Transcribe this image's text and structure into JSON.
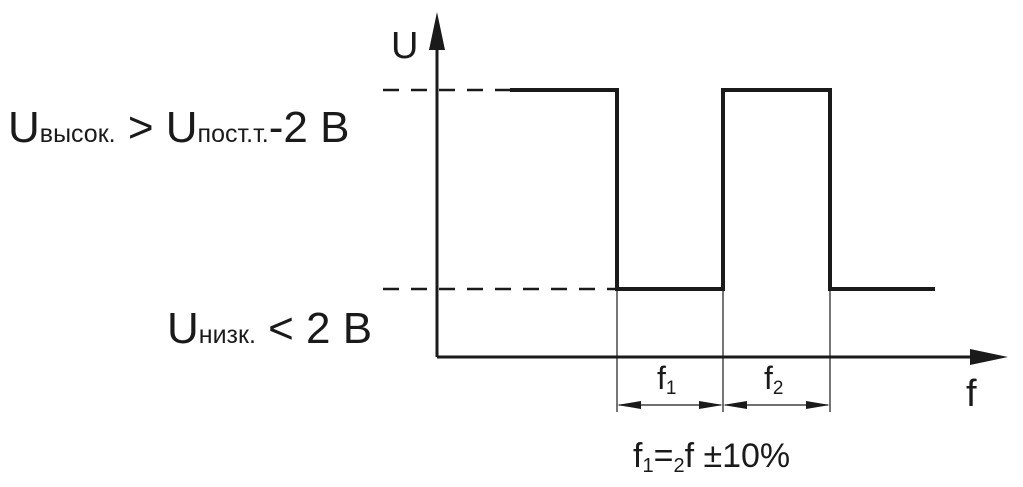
{
  "diagram": {
    "axes": {
      "y_label": "U",
      "x_label": "f"
    },
    "levels": {
      "high": {
        "main": "U",
        "sub1": "высок.",
        "mid": " > U",
        "sub2": "пост.т.",
        "tail": "-2 В"
      },
      "low": {
        "main": "U",
        "sub1": "низк.",
        "tail": " < 2 В"
      }
    },
    "intervals": {
      "f1": {
        "main": "f",
        "sub": "1"
      },
      "f2": {
        "main": "f",
        "sub": "2"
      }
    },
    "formula": {
      "f": "f",
      "sub1": "1",
      "eq": "=",
      "sub2": "2",
      "tail": "f ±10%"
    },
    "colors": {
      "ink": "#1a1a1a"
    }
  }
}
